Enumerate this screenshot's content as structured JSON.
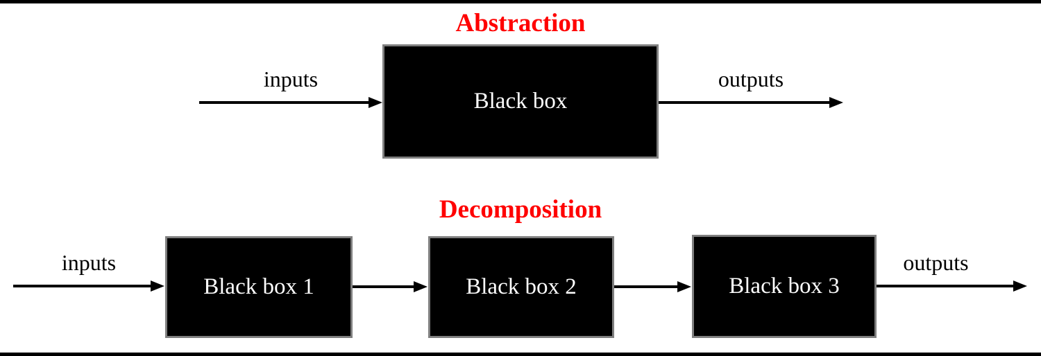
{
  "diagram": {
    "colors": {
      "title_text": "#ff0000",
      "box_fill": "#000000",
      "box_border": "#7f7f7f",
      "box_text": "#ffffff",
      "arrow": "#000000",
      "label_text": "#000000",
      "frame": "#000000",
      "background": "#ffffff"
    },
    "abstraction": {
      "title": "Abstraction",
      "inputs_label": "inputs",
      "outputs_label": "outputs",
      "box_label": "Black box"
    },
    "decomposition": {
      "title": "Decomposition",
      "inputs_label": "inputs",
      "outputs_label": "outputs",
      "box_labels": [
        "Black box 1",
        "Black box 2",
        "Black box 3"
      ]
    }
  }
}
